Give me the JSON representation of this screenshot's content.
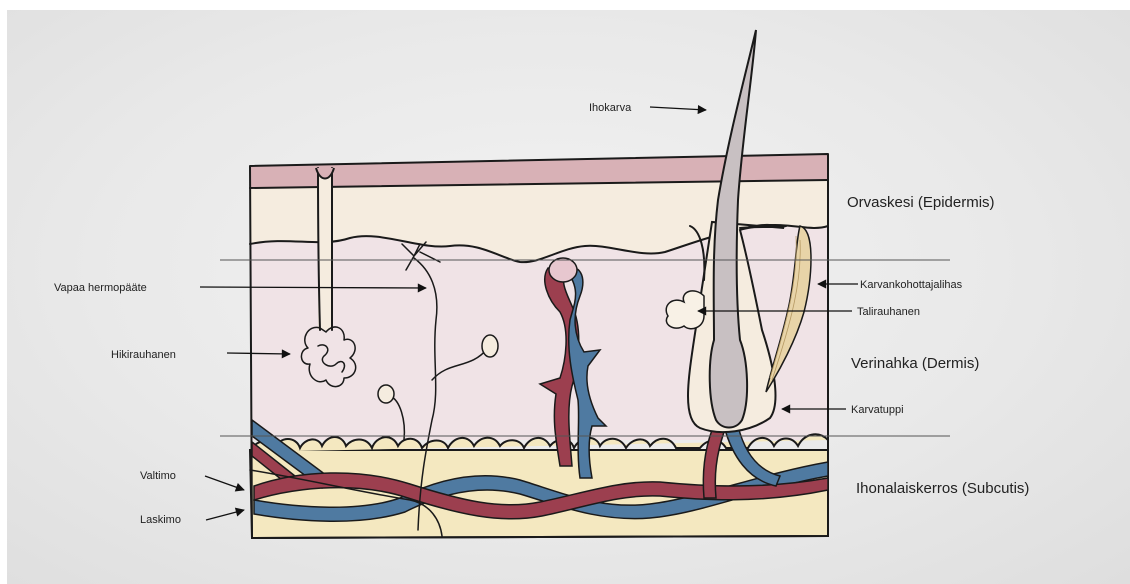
{
  "labels": {
    "hair": "Ihokarva",
    "free_nerve_ending": "Vapaa  hermopääte",
    "sweat_gland": "Hikirauhanen",
    "artery": "Valtimo",
    "vein": "Laskimo",
    "arrector_pili": "Karvankohottajalihas",
    "sebaceous_gland": "Talirauhanen",
    "hair_follicle": "Karvatuppi"
  },
  "layers": {
    "epidermis": "Orvaskesi  (Epidermis)",
    "dermis": "Verinahka  (Dermis)",
    "subcutis": "Ihonalaiskerros  (Subcutis)"
  },
  "colors": {
    "stratum_corneum": "#d8b1b6",
    "epidermis": "#f5ecdf",
    "dermis": "#f0e3e6",
    "subcutis": "#f4e8c0",
    "artery": "#9c3f4f",
    "vein": "#4f7aa1",
    "hair": "#c8c0c2",
    "muscle": "#e8d4a8"
  }
}
